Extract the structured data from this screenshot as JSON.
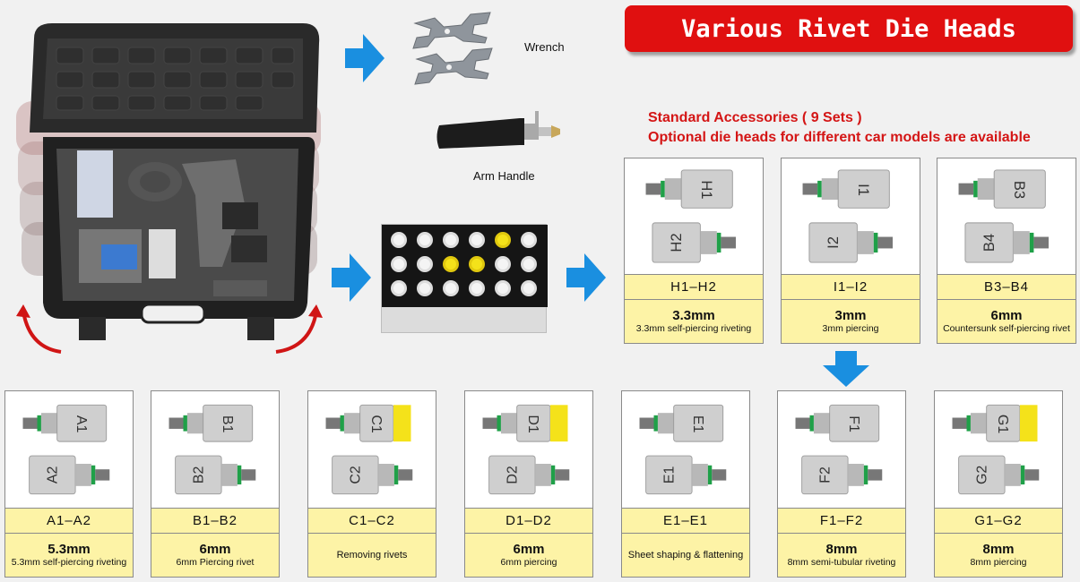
{
  "title": "Various Rivet Die Heads",
  "accessories": {
    "line1": "Standard  Accessories ( 9 Sets )",
    "line2": "Optional die heads for different car models are available"
  },
  "items": {
    "wrench": "Wrench",
    "arm_handle": "Arm Handle"
  },
  "top_sets": [
    {
      "name": "H1–H2",
      "size": "3.3mm",
      "desc": "3.3mm self-piercing riveting",
      "top": "H1",
      "bottom": "H2"
    },
    {
      "name": "I1–I2",
      "size": "3mm",
      "desc": "3mm piercing",
      "top": "I1",
      "bottom": "I2"
    },
    {
      "name": "B3–B4",
      "size": "6mm",
      "desc": "Countersunk self-piercing rivet",
      "top": "B3",
      "bottom": "B4"
    }
  ],
  "bottom_sets": [
    {
      "name": "A1–A2",
      "size": "5.3mm",
      "desc": "5.3mm self-piercing riveting",
      "top": "A1",
      "bottom": "A2"
    },
    {
      "name": "B1–B2",
      "size": "6mm",
      "desc": "6mm Piercing rivet",
      "top": "B1",
      "bottom": "B2"
    },
    {
      "name": "C1–C2",
      "size": "",
      "desc": "Removing rivets",
      "top": "C1",
      "bottom": "C2"
    },
    {
      "name": "D1–D2",
      "size": "6mm",
      "desc": "6mm piercing",
      "top": "D1",
      "bottom": "D2"
    },
    {
      "name": "E1–E1",
      "size": "",
      "desc": "Sheet shaping & flattening",
      "top": "E1",
      "bottom": "E1"
    },
    {
      "name": "F1–F2",
      "size": "8mm",
      "desc": "8mm semi-tubular riveting",
      "top": "F1",
      "bottom": "F2"
    },
    {
      "name": "G1–G2",
      "size": "8mm",
      "desc": "8mm piercing",
      "top": "G1",
      "bottom": "G2"
    }
  ],
  "colors": {
    "banner": "#e01010",
    "arrow": "#1a8fe0",
    "label_bg": "#fdf3a6",
    "die_highlight": "#f4e21a",
    "o_ring": "#1fa048"
  }
}
